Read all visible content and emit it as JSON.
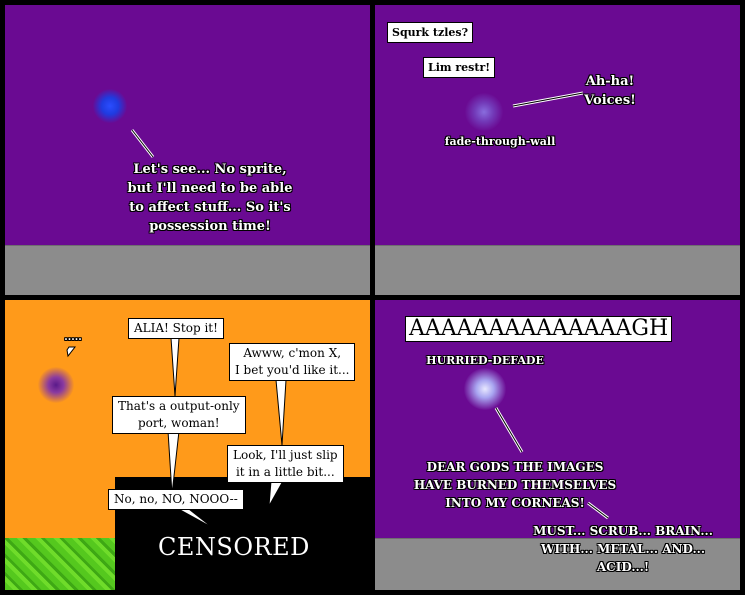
{
  "panel1": {
    "speech": [
      "Let's see...  No sprite,",
      "but I'll need to be able",
      "to affect stuff...  So it's",
      "possession time!"
    ]
  },
  "panel2": {
    "label_1": "Squrk tzles?",
    "label_2": "Lim restr!",
    "speech": [
      "Ah-ha!",
      "Voices!"
    ],
    "action": "fade-through-wall"
  },
  "panel3": {
    "dots": ".....",
    "bubble_1": "ALIA!  Stop it!",
    "bubble_2": [
      "Awww, c'mon X,",
      "I bet you'd like it..."
    ],
    "bubble_3": [
      "That's a output-only",
      "port, woman!"
    ],
    "bubble_4": [
      "Look, I'll just slip",
      "it in a little bit..."
    ],
    "bubble_5": "No, no, NO, NOOO--",
    "censored": "CENSORED"
  },
  "panel4": {
    "scream": "AAAAAAAAAAAAAAGH",
    "action": "HURRIED-DEFADE",
    "speech_1": [
      "DEAR GODS THE IMAGES",
      "HAVE BURNED THEMSELVES",
      "INTO MY CORNEAS!"
    ],
    "speech_2": [
      "MUST... SCRUB... BRAIN...",
      "WITH... METAL... AND...",
      "ACID...!"
    ]
  },
  "colors": {
    "background": "#000000",
    "purple": "#6a0a92",
    "orange": "#ff9a1a",
    "floor": "#8c8c8c",
    "grass": "#55c81e"
  }
}
